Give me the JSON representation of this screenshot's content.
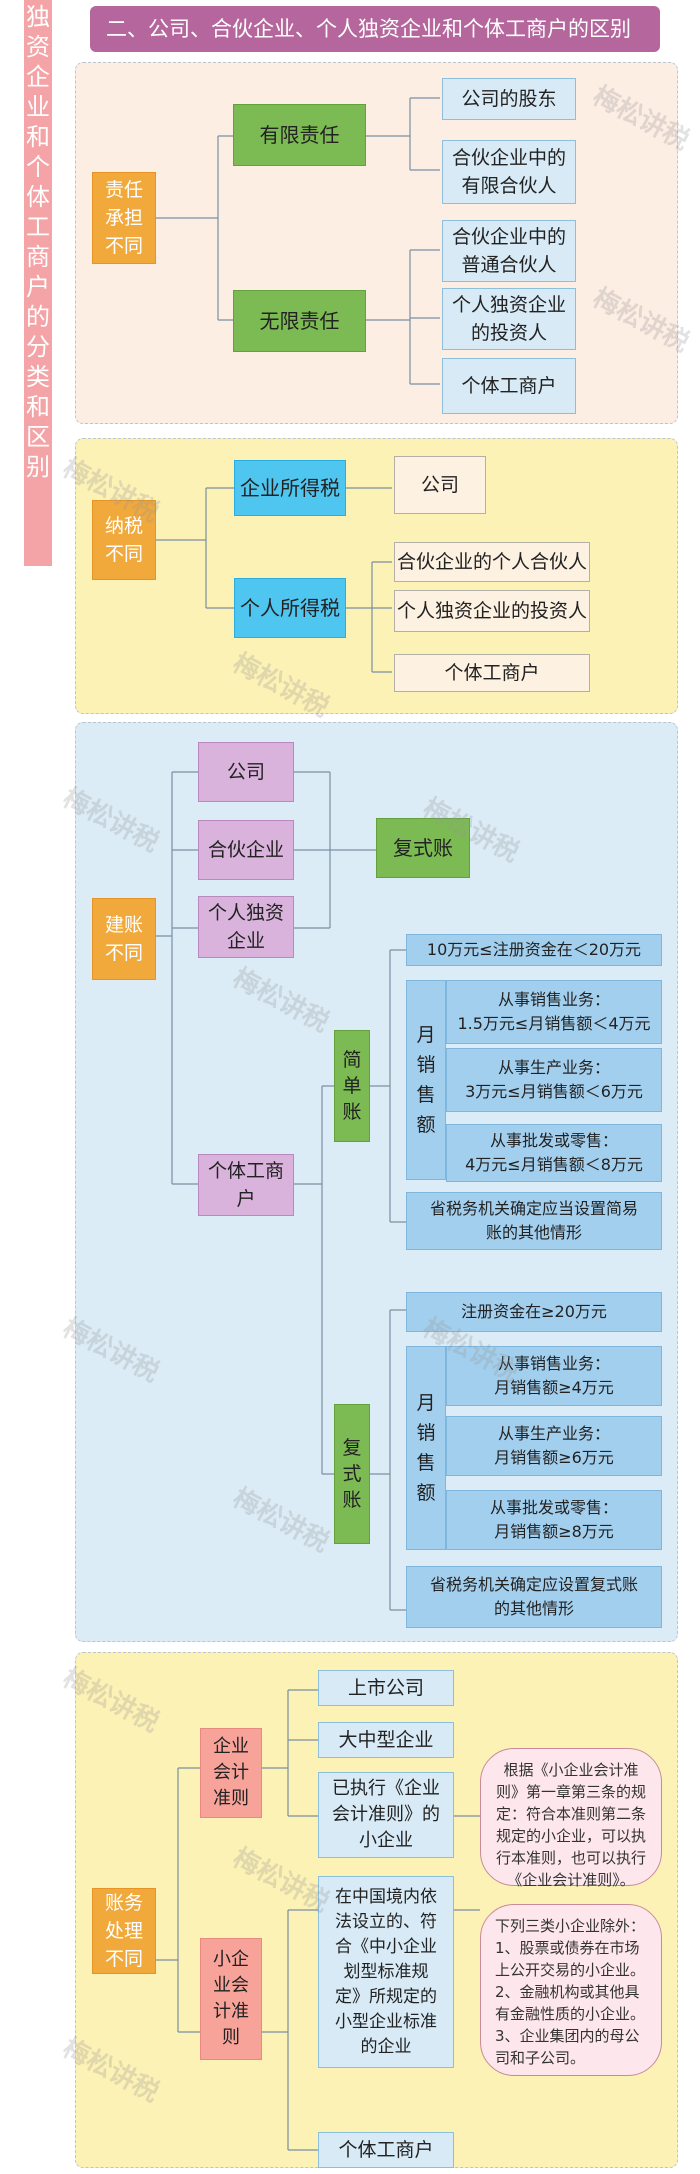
{
  "side_title": [
    "独",
    "资",
    "企",
    "业",
    "和",
    "个",
    "体",
    "工",
    "商",
    "户",
    "的",
    "分",
    "类",
    "和",
    "区",
    "别"
  ],
  "header": {
    "title": "二、公司、合伙企业、个人独资企业和个体工商户的区别"
  },
  "liability": {
    "category": "责任\n承担\n不同",
    "limited": "有限责任",
    "unlimited": "无限责任",
    "limited_items": [
      "公司的股东",
      "合伙企业中的\n有限合伙人"
    ],
    "unlimited_items": [
      "合伙企业中的\n普通合伙人",
      "个人独资企业\n的投资人",
      "个体工商户"
    ]
  },
  "tax": {
    "category": "纳税\n不同",
    "corporate": "企业所得税",
    "personal": "个人所得税",
    "corporate_items": [
      "公司"
    ],
    "personal_items": [
      "合伙企业的个人合伙人",
      "个人独资企业的投资人",
      "个体工商户"
    ]
  },
  "bookkeeping": {
    "category": "建账\n不同",
    "company": "公司",
    "partnership": "合伙企业",
    "sole": "个人独资\n企业",
    "double_entry": "复式账",
    "individual": "个体工商\n户",
    "simple": "简\n单\n账",
    "complex": "复\n式\n账",
    "monthly_sales": "月\n销\n售\n额",
    "simple_items": [
      "10万元≤注册资金在＜20万元",
      "从事销售业务：\n1.5万元≤月销售额＜4万元",
      "从事生产业务：\n3万元≤月销售额＜6万元",
      "从事批发或零售：\n4万元≤月销售额＜8万元",
      "省税务机关确定应当设置简易\n账的其他情形"
    ],
    "complex_items": [
      "注册资金在≥20万元",
      "从事销售业务：\n月销售额≥4万元",
      "从事生产业务：\n月销售额≥6万元",
      "从事批发或零售：\n月销售额≥8万元",
      "省税务机关确定应设置复式账\n的其他情形"
    ]
  },
  "accounting": {
    "category": "账务\n处理\n不同",
    "enterprise_std": "企业\n会计\n准则",
    "small_std": "小企\n业会\n计准\n则",
    "enterprise_items": [
      "上市公司",
      "大中型企业",
      "已执行《企业\n会计准则》的\n小企业"
    ],
    "small_items": [
      "在中国境内依\n法设立的、符\n合《中小企业\n划型标准规\n定》所规定的\n小型企业标准\n的企业",
      "个体工商户"
    ],
    "note1": "根据《小企业会计准则》第一章第三条的规定：符合本准则第二条规定的小企业，可以执行本准则，也可以执行《企业会计准则》。",
    "note2": "下列三类小企业除外：\n1、股票或债券在市场上公开交易的小企业。\n2、金融机构或其他具有金融性质的小企业。\n3、企业集团内的母公司和子公司。"
  },
  "watermark": "梅松讲税",
  "colors": {
    "accent_orange": "#f2a93b",
    "title_purple": "#b5679d",
    "side_pink": "#f4a3a6"
  }
}
